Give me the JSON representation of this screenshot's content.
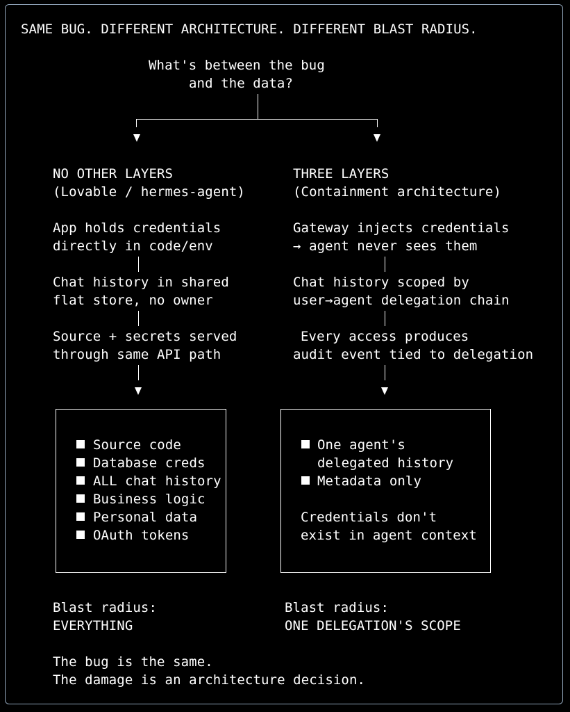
{
  "title": "SAME BUG. DIFFERENT ARCHITECTURE. DIFFERENT BLAST RADIUS.",
  "question": {
    "line1": "What's between the bug",
    "line2": "and the data?"
  },
  "left": {
    "heading1": "NO OTHER LAYERS",
    "heading2": "(Lovable / hermes-agent)",
    "steps": [
      {
        "line1": "App holds credentials",
        "line2": "directly in code/env"
      },
      {
        "line1": "Chat history in shared",
        "line2": "flat store, no owner"
      },
      {
        "line1": "Source + secrets served",
        "line2": "through same API path"
      }
    ],
    "box_items": [
      "Source code",
      "Database creds",
      "ALL chat history",
      "Business logic",
      "Personal data",
      "OAuth tokens"
    ],
    "blast_label": "Blast radius:",
    "blast_value": "EVERYTHING"
  },
  "right": {
    "heading1": "THREE LAYERS",
    "heading2": "(Containment architecture)",
    "steps": [
      {
        "line1": "Gateway injects credentials",
        "line2": "→ agent never sees them"
      },
      {
        "line1": "Chat history scoped by",
        "line2": "user→agent delegation chain"
      },
      {
        "line1": "Every access produces",
        "line2": "audit event tied to delegation"
      }
    ],
    "box_item1_line1": "One agent's",
    "box_item1_line2": "delegated history",
    "box_item2": "Metadata only",
    "box_note_line1": "Credentials don't",
    "box_note_line2": "exist in agent context",
    "blast_label": "Blast radius:",
    "blast_value": "ONE DELEGATION'S SCOPE"
  },
  "conclusion": {
    "line1": "The bug is the same.",
    "line2": "The damage is an architecture decision."
  },
  "colors": {
    "background": "#000000",
    "text": "#ffffff",
    "frame_border": "#8fa3b8"
  }
}
